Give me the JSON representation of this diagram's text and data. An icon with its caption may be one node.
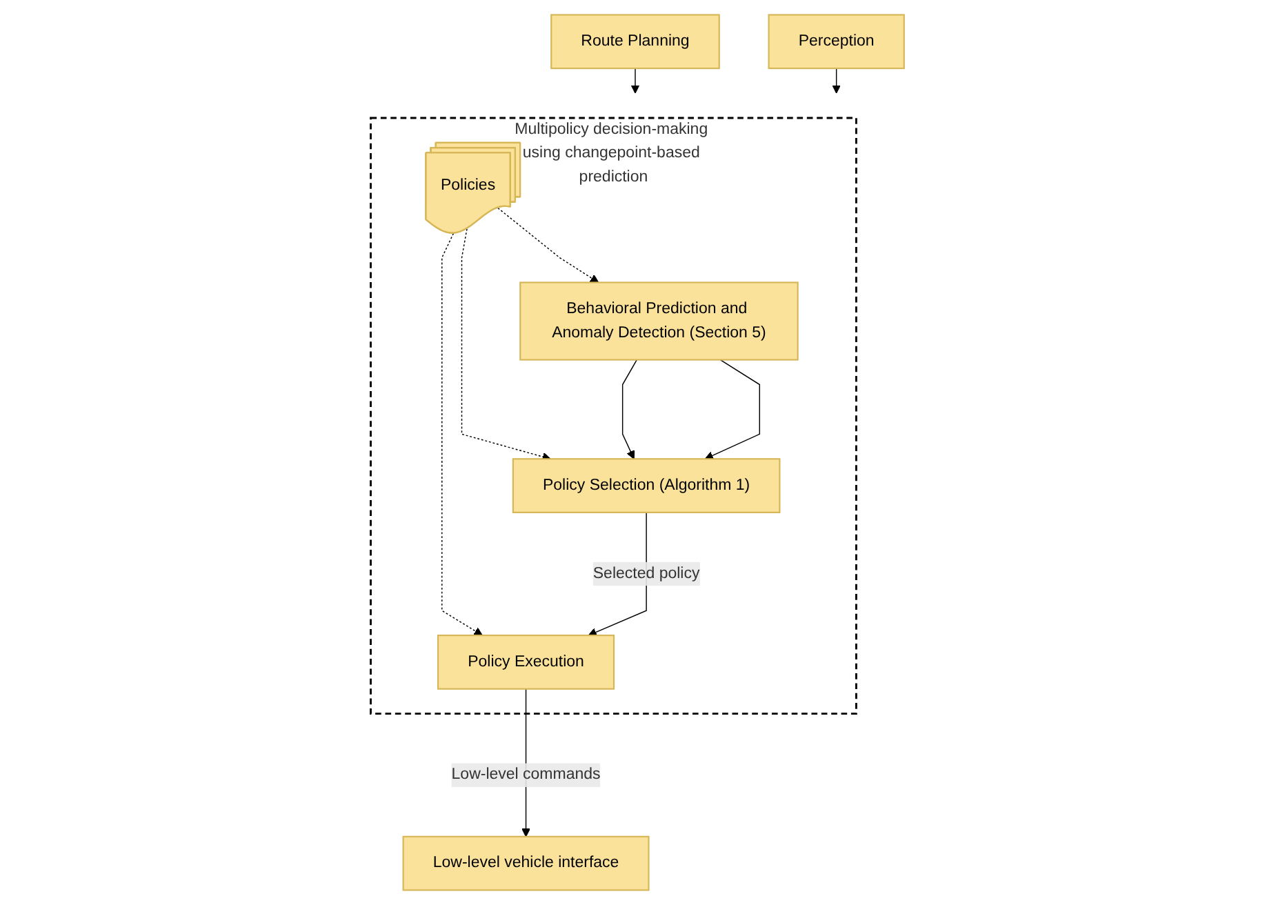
{
  "diagram": {
    "nodes": [
      {
        "text": [
          "Multipolicy decision-making using changepoint-based prediction"
        ]
      },
      {
        "text": [
          "Perception"
        ]
      },
      {
        "text": [
          "Route Planning"
        ]
      },
      {
        "text": [
          "Behavioral Prediction and Anomaly Detection (Section 5)"
        ],
        "in": 0
      },
      {
        "text": [
          "Policy Selection (Algorithm 1)"
        ],
        "in": 0
      },
      {
        "text": [
          "Policies"
        ],
        "in": 0
      },
      {
        "text": [
          "Policy Execution"
        ],
        "in": 0
      },
      {
        "text": [
          "Low-level vehicle interface"
        ]
      }
    ],
    "edges": [
      {
        "from": 1,
        "to": 0,
        "arrow": "to"
      },
      {
        "from": 2,
        "to": 0,
        "arrow": "to"
      },
      {
        "from": 3,
        "to": 4,
        "arrow": "to"
      },
      {
        "from": 3,
        "to": 4,
        "arrow": "to"
      },
      {
        "from": 5,
        "to": 3,
        "arrow": "to",
        "style": "dashed"
      },
      {
        "from": 5,
        "to": 4,
        "arrow": "to",
        "style": "dashed"
      },
      {
        "from": 5,
        "to": 6,
        "arrow": "to",
        "style": "dashed"
      },
      {
        "from": 4,
        "to": 6,
        "arrow": "to",
        "label": "Selected policy"
      },
      {
        "from": 6,
        "to": 7,
        "arrow": "to",
        "label": "Low-level commands"
      }
    ]
  }
}
